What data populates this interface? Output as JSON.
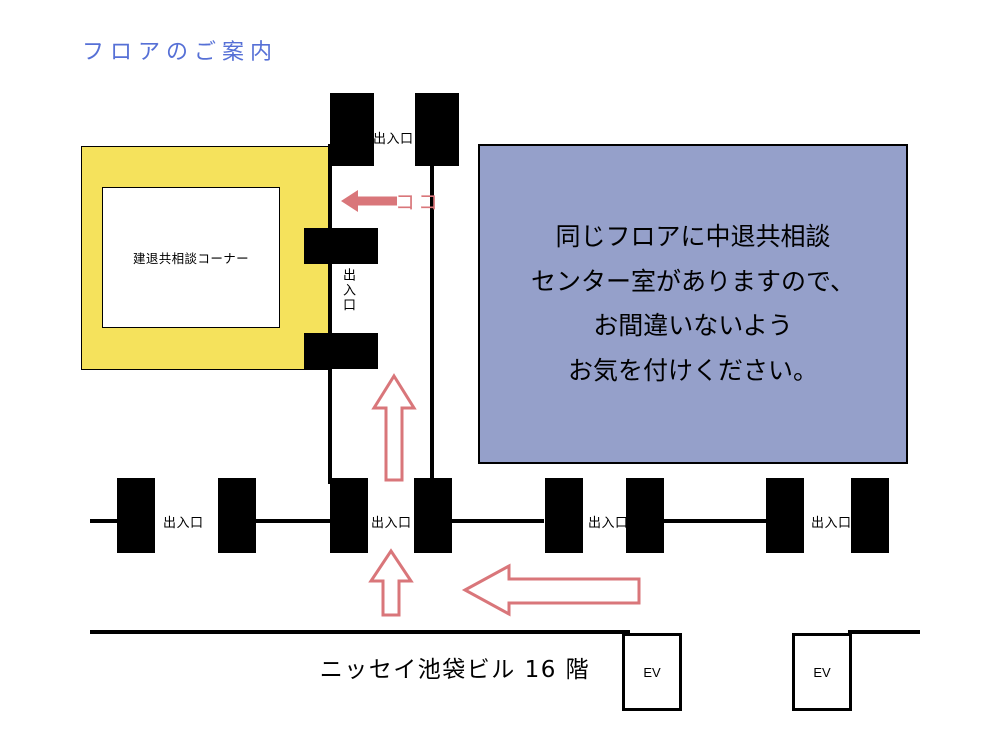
{
  "page": {
    "title": "フロアのご案内",
    "title_color": "#5670d6",
    "background": "#ffffff"
  },
  "room": {
    "name": "建退共相談コーナー",
    "fill_color": "#f5e25c",
    "inner_fill": "#ffffff"
  },
  "notice": {
    "fill_color": "#95a0ca",
    "lines": [
      "同じフロアに中退共相談",
      "センター室がありますので、",
      "お間違いないよう",
      "お気を付けください。"
    ]
  },
  "marker": {
    "label": "ココ",
    "color": "#d9767a"
  },
  "doors": {
    "label": "出入口",
    "top_corridor": "出入口",
    "room_side_vertical": "出入口",
    "lower_left": "出入口",
    "lower_center": "出入口",
    "lower_right_inner": "出入口",
    "lower_right_outer": "出入口"
  },
  "footer": {
    "building": "ニッセイ池袋ビル 16 階",
    "elevators": [
      {
        "label": "EV"
      },
      {
        "label": "EV"
      }
    ]
  },
  "arrows": {
    "koko_arrow": "left-arrow-solid",
    "route_up_upper": "up-arrow-outline",
    "route_up_lower": "up-arrow-outline",
    "route_left": "left-arrow-outline",
    "outline_color": "#d9767a",
    "solid_color": "#d9767a"
  }
}
